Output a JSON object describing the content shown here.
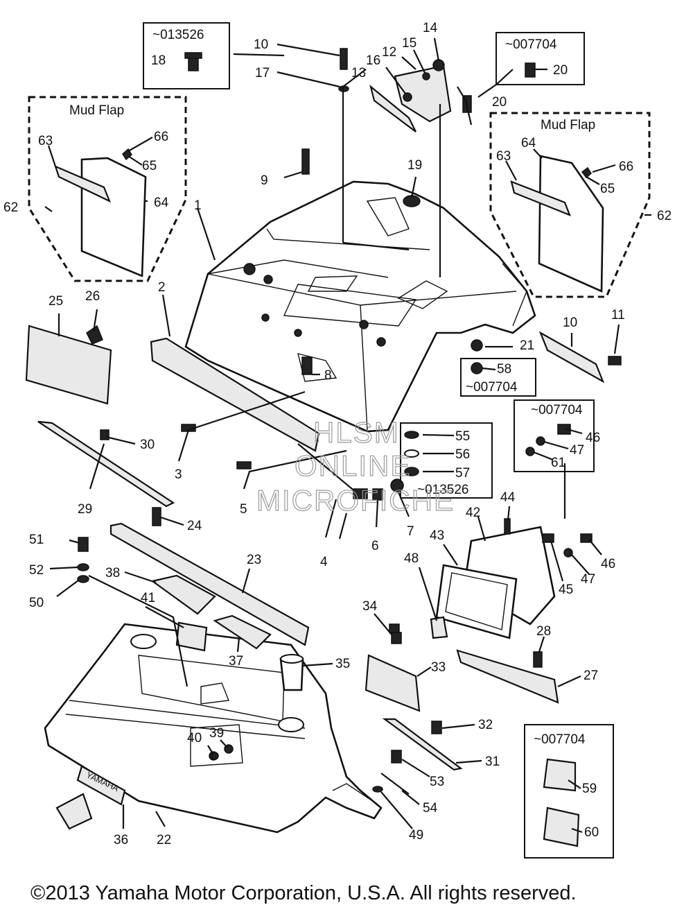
{
  "diagram": {
    "copyright": "©2013 Yamaha Motor Corporation, U.S.A. All rights reserved.",
    "watermark": [
      "HLSM",
      "ONLINE",
      "MICROFICHE"
    ],
    "callouts": {
      "p1": "1",
      "p2": "2",
      "p3": "3",
      "p4": "4",
      "p5": "5",
      "p6": "6",
      "p7": "7",
      "p8": "8",
      "p9": "9",
      "p10a": "10",
      "p10b": "10",
      "p11": "11",
      "p12": "12",
      "p13": "13",
      "p14": "14",
      "p15": "15",
      "p16": "16",
      "p17": "17",
      "p18": "18",
      "p19": "19",
      "p20a": "20",
      "p20b": "20",
      "p21": "21",
      "p22": "22",
      "p23": "23",
      "p24": "24",
      "p25": "25",
      "p26": "26",
      "p27": "27",
      "p28": "28",
      "p29": "29",
      "p30": "30",
      "p31": "31",
      "p32": "32",
      "p33": "33",
      "p34": "34",
      "p35": "35",
      "p36": "36",
      "p37": "37",
      "p38": "38",
      "p39": "39",
      "p40": "40",
      "p41": "41",
      "p42": "42",
      "p43": "43",
      "p44": "44",
      "p45": "45",
      "p46a": "46",
      "p46b": "46",
      "p47a": "47",
      "p47b": "47",
      "p48": "48",
      "p49": "49",
      "p50": "50",
      "p51": "51",
      "p52": "52",
      "p53": "53",
      "p54": "54",
      "p55": "55",
      "p56": "56",
      "p57": "57",
      "p58": "58",
      "p59": "59",
      "p60": "60",
      "p61": "61",
      "p62a": "62",
      "p62b": "62",
      "p63a": "63",
      "p63b": "63",
      "p64a": "64",
      "p64b": "64",
      "p65a": "65",
      "p65b": "65",
      "p66a": "66",
      "p66b": "66"
    },
    "boxes": {
      "box_18": "~013526",
      "box_20": "~007704",
      "box_58": "~007704",
      "box_46": "~007704",
      "box_55": "~013526",
      "box_59": "~007704",
      "mudflap_left": "Mud Flap",
      "mudflap_right": "Mud Flap"
    },
    "brand_plate": "YAMAHA"
  }
}
